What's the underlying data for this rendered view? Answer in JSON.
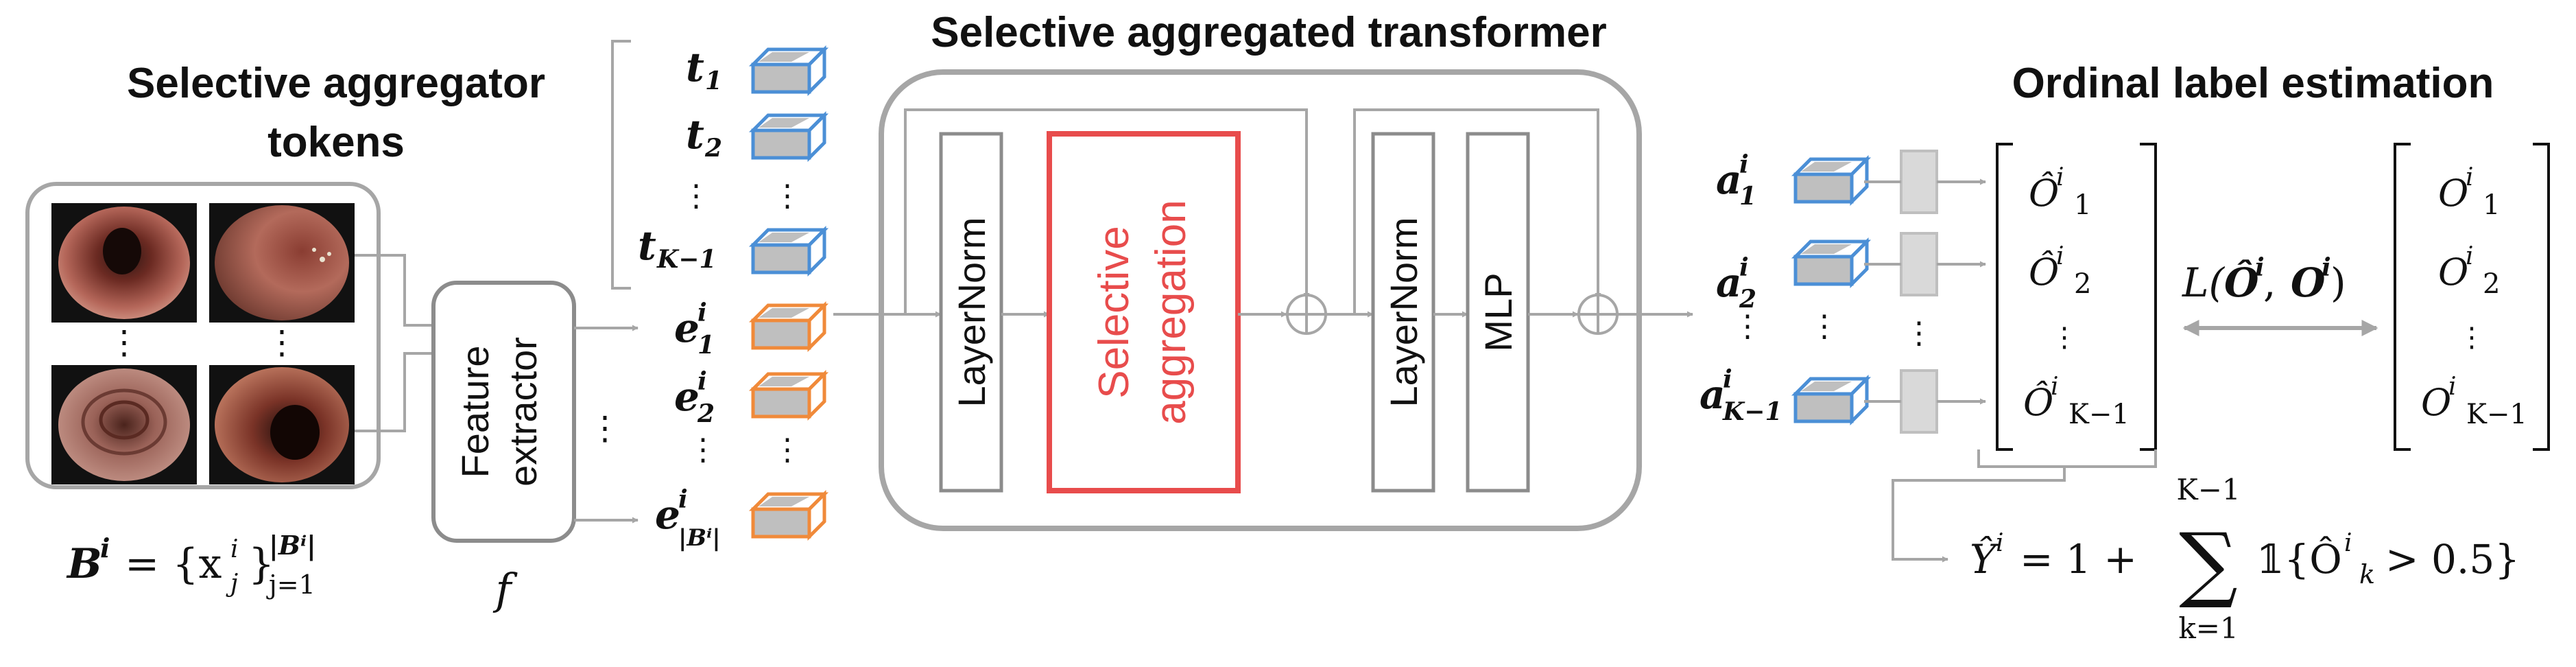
{
  "headings": {
    "tokens_line1": "Selective aggregator",
    "tokens_line2": "tokens",
    "transformer": "Selective aggregated transformer",
    "ordinal": "Ordinal label estimation"
  },
  "tokens_t": [
    {
      "base": "t",
      "sub": "1"
    },
    {
      "base": "t",
      "sub": "2"
    },
    {
      "base": "t",
      "sub": "K−1"
    }
  ],
  "tokens_e": [
    {
      "base": "e",
      "sup": "i",
      "sub": "1"
    },
    {
      "base": "e",
      "sup": "i",
      "sub": "2"
    },
    {
      "base": "e",
      "sup": "i",
      "sub": "|Bⁱ|"
    }
  ],
  "tokens_a": [
    {
      "base": "a",
      "sup": "i",
      "sub": "1"
    },
    {
      "base": "a",
      "sup": "i",
      "sub": "2"
    },
    {
      "base": "a",
      "sup": "i",
      "sub": "K−1"
    }
  ],
  "ellipsis": "⋮",
  "bag": {
    "lhs": "B",
    "lhs_sup": "i",
    "rhs": "= {x",
    "rhs_sub": "j",
    "rhs_sup_i": "i",
    "close": "}",
    "upper": "|Bⁱ|",
    "lower": "j=1"
  },
  "feature_extractor": {
    "line1": "Feature",
    "line2": "extractor",
    "symbol": "f"
  },
  "blocks": {
    "layernorm1": "LayerNorm",
    "selective_line1": "Selective",
    "selective_line2": "aggregation",
    "layernorm2": "LayerNorm",
    "mlp": "MLP"
  },
  "predictions": [
    {
      "base": "Ô",
      "sup": "i",
      "sub": "1"
    },
    {
      "base": "Ô",
      "sup": "i",
      "sub": "2"
    },
    {
      "base": "Ô",
      "sup": "i",
      "sub": "K−1"
    }
  ],
  "targets": [
    {
      "base": "O",
      "sup": "i",
      "sub": "1"
    },
    {
      "base": "O",
      "sup": "i",
      "sub": "2"
    },
    {
      "base": "O",
      "sup": "i",
      "sub": "K−1"
    }
  ],
  "loss": {
    "prefix": "L(",
    "pred": "Ô",
    "pred_sup": "i",
    "comma": ", ",
    "target": "O",
    "target_sup": "i",
    "suffix": ")"
  },
  "final": {
    "lhs": "Ŷ",
    "lhs_sup": "i",
    "eq": "= 1 +",
    "sigma": "∑",
    "sum_upper": "K−1",
    "sum_lower": "k=1",
    "indicator": "𝟙{Ô",
    "ind_sup": "i",
    "ind_sub": "k",
    "tail": "> 0.5}"
  },
  "colors": {
    "gray_line": "#a6a6a6",
    "box_border": "#8c8c8c",
    "red": "#e84c4c",
    "blue_token": "#4b8fd6",
    "orange_token": "#f08a3a",
    "token_fill": "#bfbfbf",
    "ordinal_bar": "#d9d9d9"
  },
  "icons": {
    "plus": "circle-plus-icon",
    "token": "token-cube-icon",
    "endoscopy": "endoscopy-frame-image"
  }
}
